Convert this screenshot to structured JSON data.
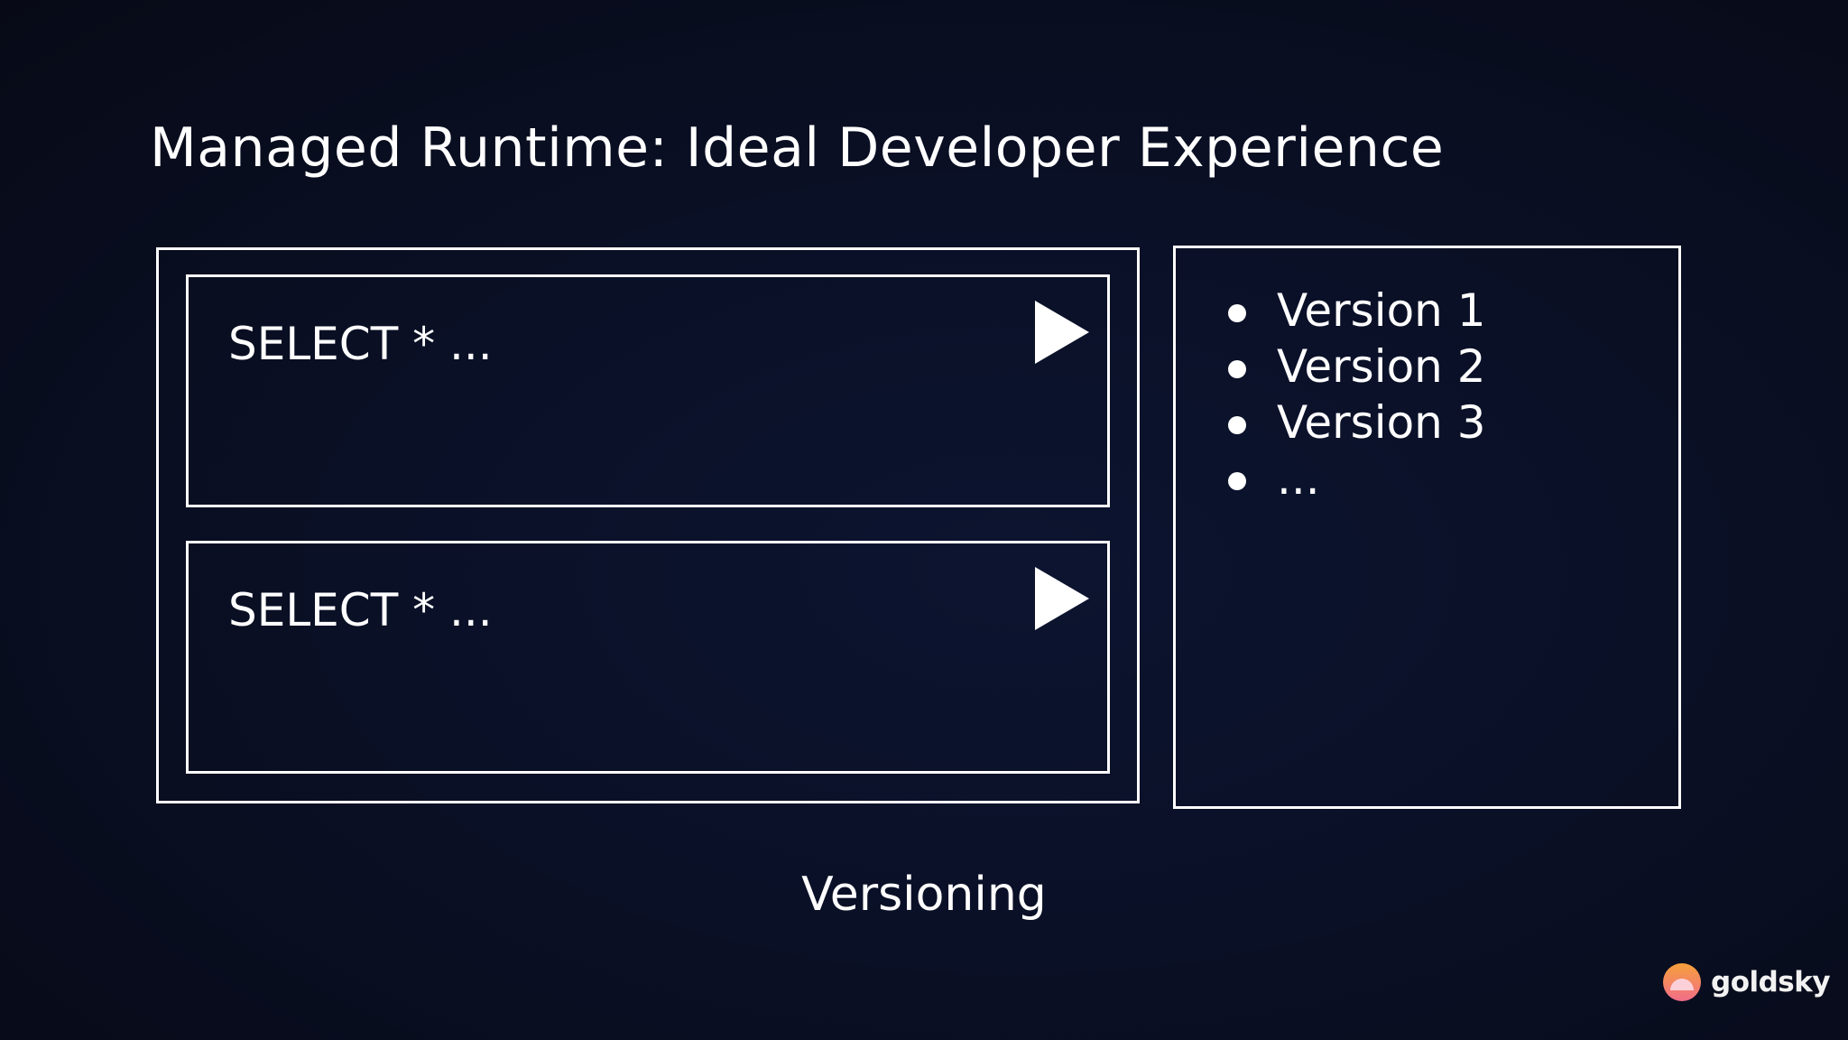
{
  "slide": {
    "title": "Managed Runtime: Ideal Developer Experience",
    "caption": "Versioning"
  },
  "editor": {
    "queries": [
      {
        "text": "SELECT * ...",
        "run_icon": "play-icon"
      },
      {
        "text": "SELECT * ...",
        "run_icon": "play-icon"
      }
    ]
  },
  "versions": {
    "items": [
      "Version 1",
      "Version 2",
      "Version 3",
      "..."
    ]
  },
  "brand": {
    "name": "goldsky",
    "logo_icon": "goldsky-sun-logo-icon",
    "colors": {
      "logo_gradient_top": "#f6a13a",
      "logo_gradient_bottom": "#f26d8a"
    }
  },
  "colors": {
    "background": "#0a1026",
    "foreground": "#ffffff"
  }
}
